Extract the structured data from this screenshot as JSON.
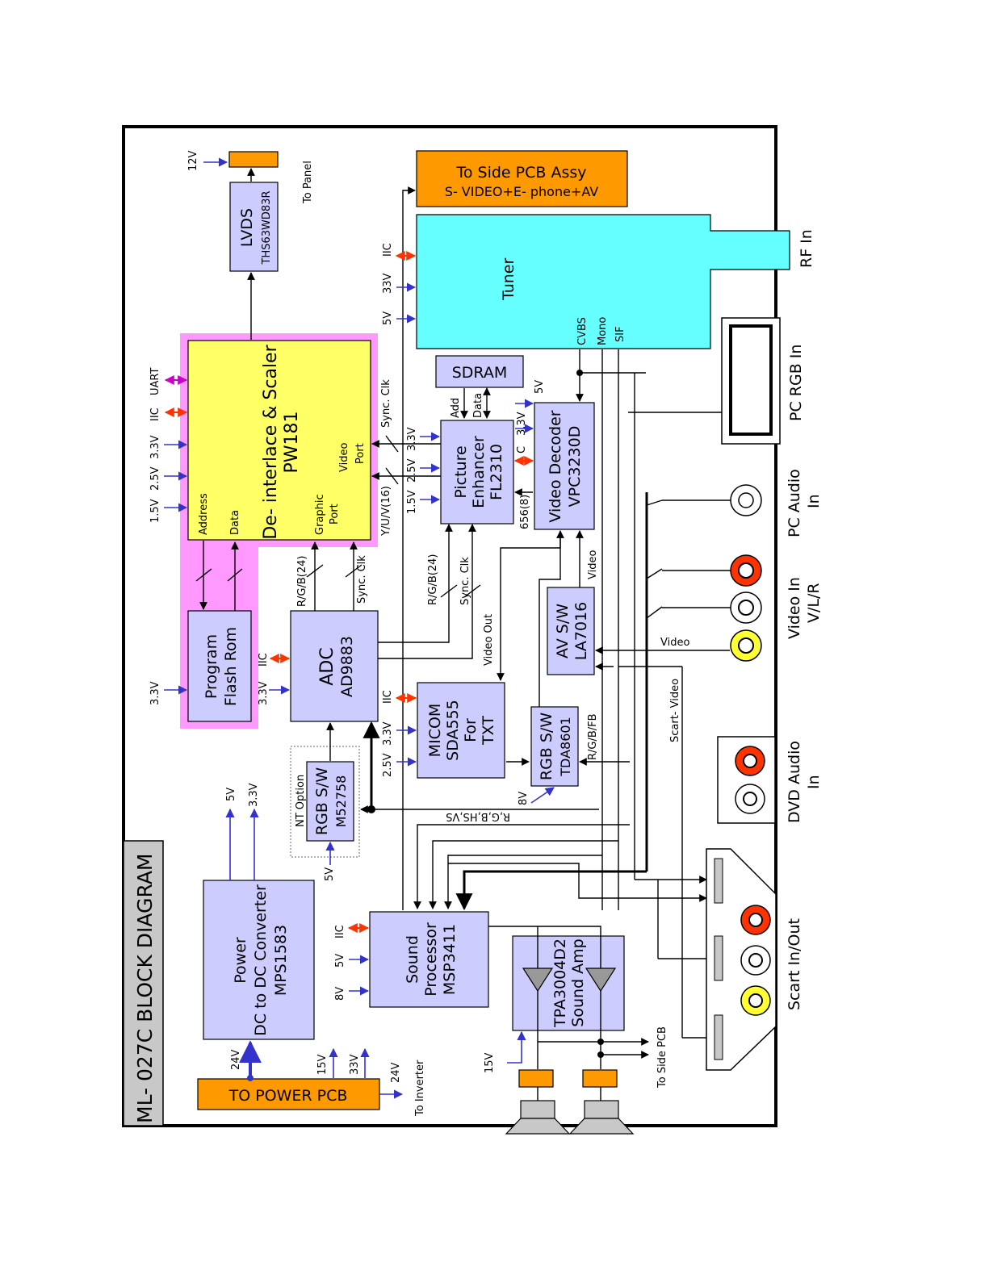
{
  "title": "ML- 027C  BLOCK  DIAGRAM",
  "colors": {
    "block": "#ccccff",
    "orange": "#ff9900",
    "tuner": "#66ffff",
    "scaler": "#ffff66",
    "highlight": "#ff99ff",
    "power_arrow": "#3333cc",
    "iic_arrow": "#ff3300",
    "uart_arrow": "#cc00cc",
    "rca_red": "#ff3300",
    "rca_yellow": "#ffff33"
  },
  "blocks": {
    "scaler": {
      "line1": "De- interlace & Scaler",
      "line2": "PW181",
      "address": "Address",
      "data": "Data",
      "graphic1": "Graphic",
      "graphic2": "Port",
      "video1": "Video",
      "video2": "Port"
    },
    "lvds": {
      "line1": "LVDS",
      "line2": "THS63WD83R"
    },
    "flash": {
      "line1": "Program",
      "line2": "Flash Rom"
    },
    "adc": {
      "line1": "ADC",
      "line2": "AD9883"
    },
    "nt_option": {
      "label": "NT  Option",
      "line1": "RGB  S/W",
      "line2": "M52758"
    },
    "power": {
      "line1": "Power",
      "line2": "DC  to  DC Converter",
      "line3": "MPS1583"
    },
    "power_pcb": {
      "label": "TO  POWER  PCB"
    },
    "side_pcb": {
      "line1": "To Side PCB Assy",
      "line2": "S- VIDEO+E- phone+AV"
    },
    "tuner": {
      "label": "Tuner",
      "cvbs": "CVBS",
      "mono": "Mono",
      "sif": "SIF"
    },
    "sdram": {
      "label": "SDRAM",
      "add": "Add",
      "data": "Data"
    },
    "pe": {
      "line1": "Picture",
      "line2": "Enhancer",
      "line3": "FL2310"
    },
    "vd": {
      "line1": "Video Decoder",
      "line2": "VPC3230D"
    },
    "micom": {
      "line1": "MICOM",
      "line2": "SDA555",
      "line3": "For",
      "line4": "TXT"
    },
    "rgbsw": {
      "line1": "RGB S/W",
      "line2": "TDA8601"
    },
    "avsw": {
      "line1": "AV  S/W",
      "line2": "LA7016"
    },
    "sound": {
      "line1": "Sound",
      "line2": "Processor",
      "line3": "MSP3411"
    },
    "amp": {
      "line1": "TPA3004D2",
      "line2": "Sound  Amp"
    }
  },
  "labels": {
    "v12": "12V",
    "to_panel": "To  Panel",
    "v15": "1.5V",
    "v25": "2.5V",
    "v33": "3.3V",
    "iic": "IIC",
    "uart": "UART",
    "sync_clk": "Sync. Clk",
    "yuv": "Y/U/V(16)",
    "rgb24": "R/G/B(24)",
    "video_out": "Video  Out",
    "v656": "656(8)",
    "cvbs_short": "C",
    "v5": "5V",
    "v33t": "33V",
    "v8": "8V",
    "v24": "24V",
    "v15b": "15V",
    "v33b": "33V",
    "to_inverter": "To  Inverter",
    "to_side_pcb": "To  Side  PCB",
    "video": "Video",
    "scart_video": "Scart- Video",
    "rgbfb": "R/G/B/FB",
    "rgbhsvs": "R,G,B,HS,VS"
  },
  "connectors": {
    "rf_in": "RF  In",
    "pc_rgb_in": "PC  RGB  In",
    "pc_audio_1": "PC  Audio",
    "pc_audio_2": "In",
    "video_in_1": "Video  In",
    "video_in_2": "V/L/R",
    "dvd_audio_1": "DVD  Audio",
    "dvd_audio_2": "In",
    "scart": "Scart In/Out"
  }
}
